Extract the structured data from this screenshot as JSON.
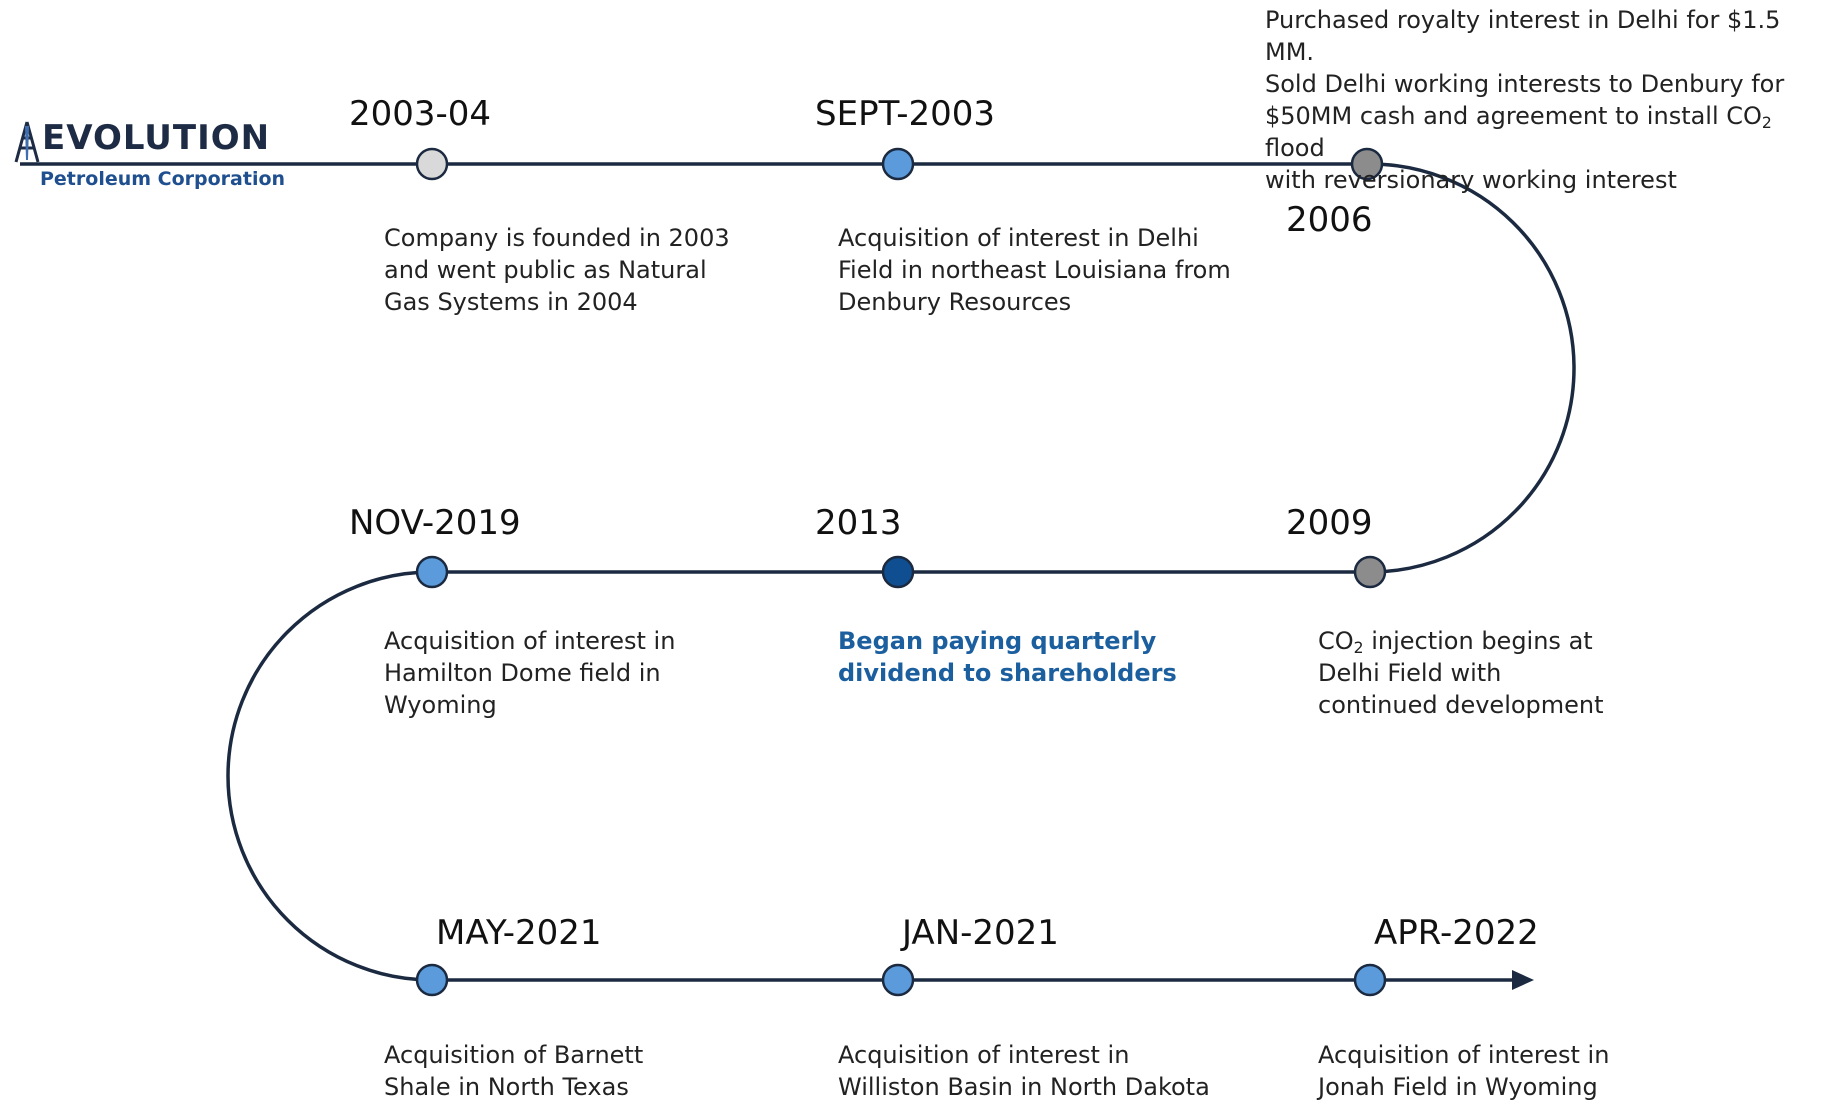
{
  "logo": {
    "wordmark": "EVOLUTION",
    "subtitle": "Petroleum Corporation",
    "mark_icon": "derrick-icon"
  },
  "colors": {
    "line": "#1b2a40",
    "node_light": "#d9d9d9",
    "node_blue": "#5b9bdc",
    "node_gray": "#8c8c8c",
    "node_dark_blue": "#0f4f91",
    "node_stroke": "#1b2a40",
    "highlight_text": "#1c5f9f"
  },
  "events": [
    {
      "date": "2003-04",
      "node_color": "light",
      "description": "Company is founded in 2003\nand went public as Natural\nGas Systems in 2004"
    },
    {
      "date": "SEPT-2003",
      "node_color": "blue",
      "description": "Acquisition of interest in Delhi\nField in northeast Louisiana from\nDenbury Resources"
    },
    {
      "date": "2006",
      "node_color": "gray",
      "description_parts": [
        "Purchased royalty interest in Delhi for $1.5 MM.\nSold Delhi working interests to Denbury for\n$50MM cash and agreement to install CO",
        "2",
        " flood\nwith reversionary working interest"
      ]
    },
    {
      "date": "2009",
      "node_color": "gray",
      "description_parts": [
        "CO",
        "2",
        " injection begins at\nDelhi Field with\ncontinued development"
      ]
    },
    {
      "date": "2013",
      "node_color": "dark_blue",
      "description": "Began paying quarterly\ndividend to shareholders"
    },
    {
      "date": "NOV-2019",
      "node_color": "blue",
      "description": "Acquisition of interest in\nHamilton Dome field in\nWyoming"
    },
    {
      "date": "MAY-2021",
      "node_color": "blue",
      "description": "Acquisition of Barnett\nShale in North Texas"
    },
    {
      "date": "JAN-2021",
      "node_color": "blue",
      "description": "Acquisition of interest in\nWilliston Basin in North Dakota"
    },
    {
      "date": "APR-2022",
      "node_color": "blue",
      "description": "Acquisition of interest in\nJonah Field in Wyoming"
    }
  ]
}
